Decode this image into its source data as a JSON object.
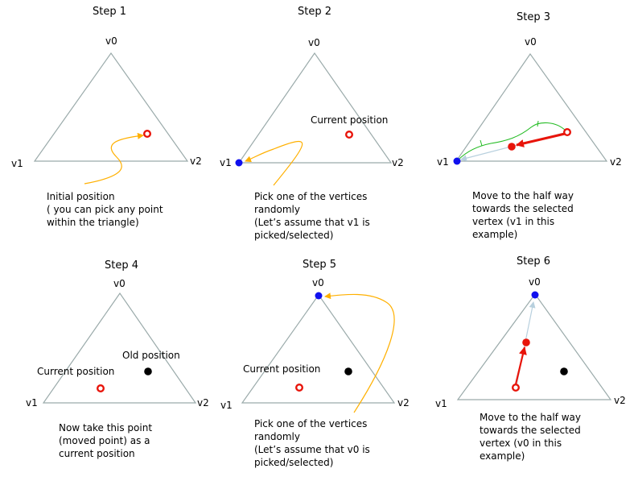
{
  "colors": {
    "triangle": "#9aaaaa",
    "current_point": "#e8140a",
    "selected_vertex": "#1010ee",
    "old_point": "#000000",
    "hint_arrow": "#ffb000",
    "trajectory": "#22bb22",
    "guide_line": "#b8d0de",
    "move_arrow": "#e8140a"
  },
  "vertex_labels": {
    "v0": "v0",
    "v1": "v1",
    "v2": "v2"
  },
  "steps": [
    {
      "title": "Step 1",
      "caption": [
        "Initial position",
        "( you can pick any point",
        "within the triangle)"
      ],
      "labels": []
    },
    {
      "title": "Step 2",
      "caption": [
        "Pick one of the vertices",
        "randomly",
        "(Let’s assume that v1 is",
        "picked/selected)"
      ],
      "labels": [
        "Current position"
      ]
    },
    {
      "title": "Step 3",
      "caption": [
        "Move to the half way",
        "towards the selected",
        "vertex (v1 in this",
        "example)"
      ],
      "labels": []
    },
    {
      "title": "Step 4",
      "caption": [
        "Now take this point",
        "(moved point) as a",
        "current position"
      ],
      "labels": [
        "Old position",
        "Current position"
      ]
    },
    {
      "title": "Step 5",
      "caption": [
        "Pick one of the vertices",
        "randomly",
        "(Let’s assume that v0 is",
        "picked/selected)"
      ],
      "labels": [
        "Current position"
      ]
    },
    {
      "title": "Step 6",
      "caption": [
        "Move to the half way",
        "towards the selected",
        "vertex (v0 in this",
        "example)"
      ],
      "labels": []
    }
  ]
}
